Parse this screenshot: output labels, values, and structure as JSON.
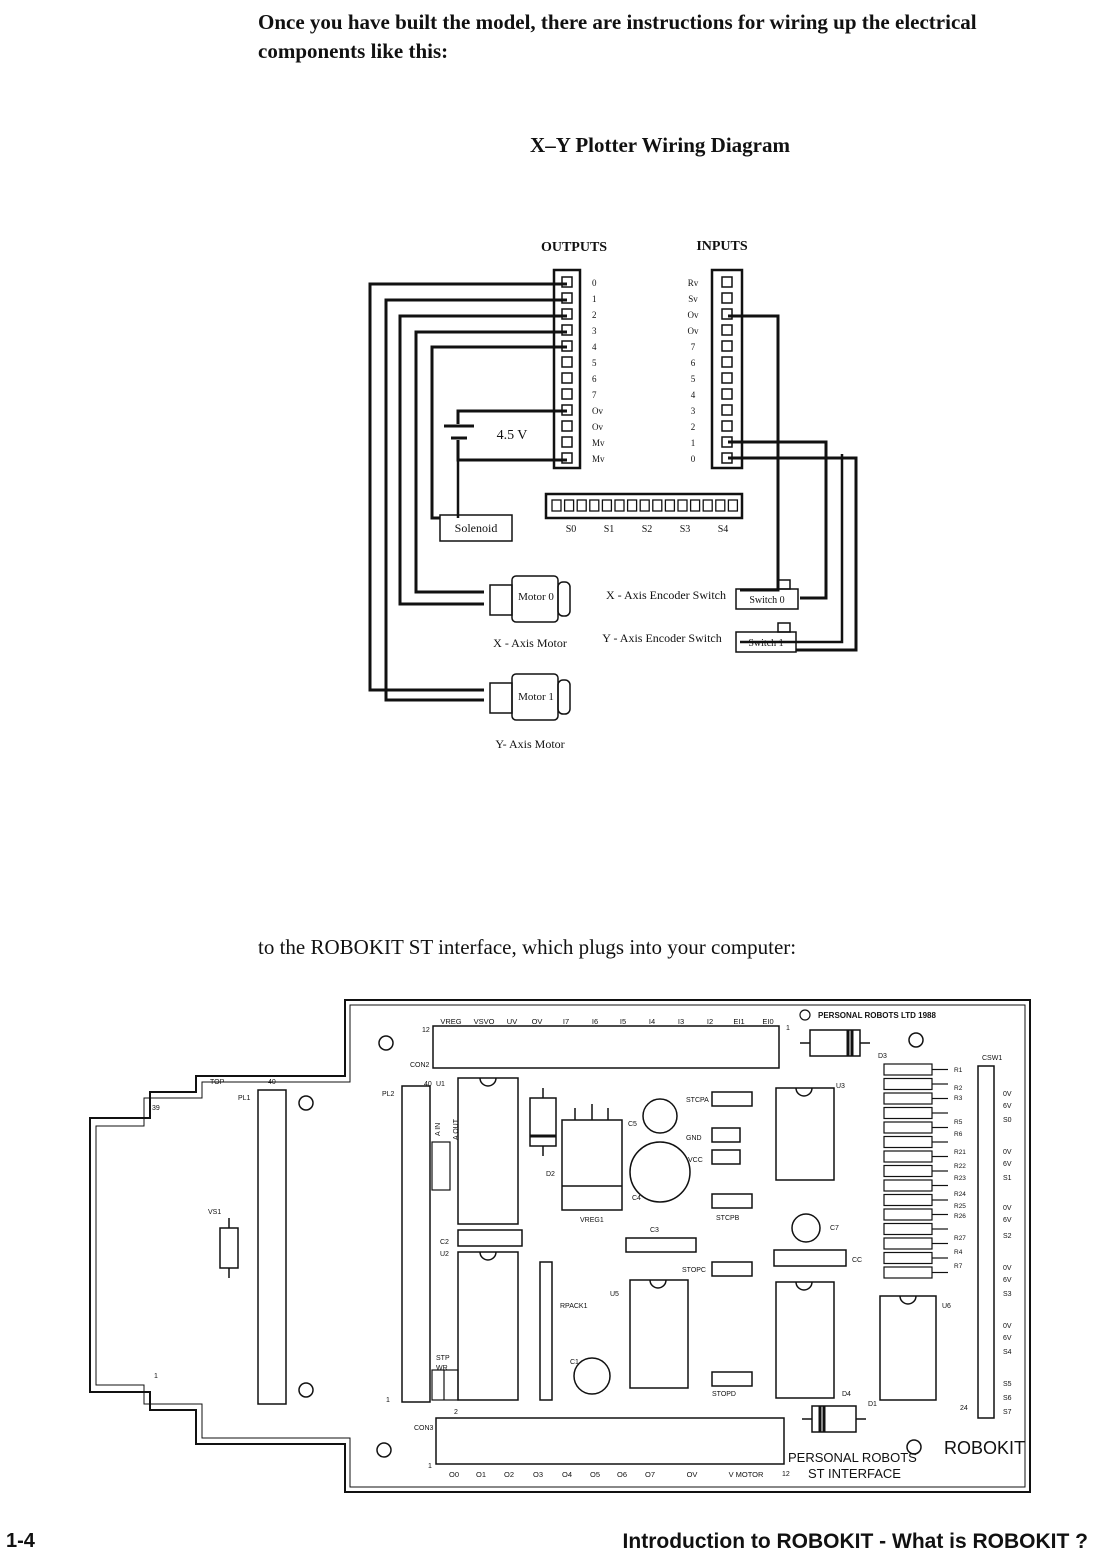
{
  "intro_text": "Once you have built the model, there are instructions for wiring up the electrical components like this:",
  "wiring": {
    "title": "X–Y Plotter Wiring Diagram",
    "outputs_title": "OUTPUTS",
    "inputs_title": "INPUTS",
    "output_pins": [
      "0",
      "1",
      "2",
      "3",
      "4",
      "5",
      "6",
      "7",
      "Ov",
      "Ov",
      "Mv",
      "Mv"
    ],
    "input_pins": [
      "Rv",
      "Sv",
      "Ov",
      "Ov",
      "7",
      "6",
      "5",
      "4",
      "3",
      "2",
      "1",
      "0"
    ],
    "switch_ports": [
      "S0",
      "S1",
      "S2",
      "S3",
      "S4"
    ],
    "battery_label": "4.5 V",
    "solenoid_label": "Solenoid",
    "motor0_label": "Motor 0",
    "motor1_label": "Motor 1",
    "x_motor_caption": "X - Axis Motor",
    "y_motor_caption": "Y- Axis Motor",
    "x_encoder_caption": "X - Axis Encoder Switch",
    "y_encoder_caption": "Y - Axis  Encoder Switch",
    "switch0_label": "Switch 0",
    "switch1_label": "Switch 1"
  },
  "interface_text": "to the ROBOKIT ST interface, which plugs into your computer:",
  "pcb": {
    "copyright": "PERSONAL ROBOTS LTD 1988",
    "top_pins": [
      "VREG",
      "VSVO",
      "UV",
      "OV",
      "I7",
      "I6",
      "I5",
      "I4",
      "I3",
      "I2",
      "EI1",
      "EI0"
    ],
    "bottom_pins": [
      "O0",
      "O1",
      "O2",
      "O3",
      "O4",
      "O5",
      "O6",
      "O7",
      "OV",
      "V MOTOR"
    ],
    "right_labels": [
      "0V",
      "6V",
      "S0",
      "0V",
      "6V",
      "S1",
      "0V",
      "6V",
      "S2",
      "0V",
      "6V",
      "S3",
      "0V",
      "6V",
      "S4",
      "S5",
      "S6",
      "S7"
    ],
    "resistor_labels": [
      "R1",
      "R2",
      "R3",
      "R5",
      "R6",
      "R21",
      "R22",
      "R23",
      "R24",
      "R25",
      "R26",
      "R27",
      "R4",
      "R7"
    ],
    "brand_line1": "PERSONAL ROBOTS",
    "brand_line2": "ST INTERFACE",
    "brand_name": "ROBOKIT",
    "labels": {
      "con2": "CON2",
      "con3": "CON3",
      "csw1": "CSW1",
      "pl1": "PL1",
      "pl2": "PL2",
      "top": "TOP",
      "n39": "39",
      "n40": "40",
      "n40b": "40",
      "u1": "U1",
      "u2": "U2",
      "u3": "U3",
      "u5": "U5",
      "u6": "U6",
      "d1": "D1",
      "d2": "D2",
      "d3": "D3",
      "d4": "D4",
      "c1": "C1",
      "c2": "C2",
      "c3": "C3",
      "c4": "C4",
      "c5": "C5",
      "c7": "C7",
      "cc": "CC",
      "vs1": "VS1",
      "vreg1": "VREG1",
      "rpack1": "RPACK1",
      "gnd": "GND",
      "vcc": "VCC",
      "stcpa": "STCPA",
      "stcpb": "STCPB",
      "stopc": "STOPC",
      "stopd": "STOPD",
      "stp": "STP",
      "wr": "WR",
      "ain": "A IN",
      "aout": "A OUT",
      "n12a": "12",
      "n12b": "12",
      "n1a": "1",
      "n1b": "1",
      "n1c": "1",
      "n1d": "1",
      "n2": "2",
      "n24": "24"
    }
  },
  "footer": {
    "page_number": "1-4",
    "section_title": "Introduction to ROBOKIT - What is ROBOKIT ?"
  }
}
